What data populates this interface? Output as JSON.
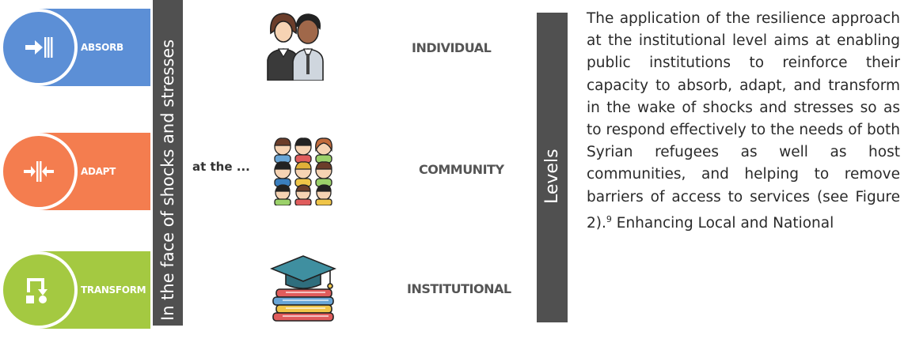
{
  "capabilities": [
    {
      "label": "ABSORB",
      "icon": "absorb-arrow-icon",
      "color": "#5c8fd6"
    },
    {
      "label": "ADAPT",
      "icon": "adapt-arrows-icon",
      "color": "#f47d4f"
    },
    {
      "label": "TRANSFORM",
      "icon": "transform-shapes-icon",
      "color": "#a4c941"
    }
  ],
  "vertical_label": "In the face of shocks and stresses",
  "connector": "at the ...",
  "levels_title": "Levels",
  "levels": [
    {
      "label": "INDIVIDUAL",
      "icon": "two-people-icon"
    },
    {
      "label": "COMMUNITY",
      "icon": "group-of-people-icon"
    },
    {
      "label": "INSTITUTIONAL",
      "icon": "books-graduation-cap-icon"
    }
  ],
  "paragraph": {
    "text": "The application of the resilience approach at the institutional level aims at enabling public institutions to reinforce their capacity to absorb, adapt, and transform in the wake of shocks and stresses so as to respond effectively to the needs of both Syrian refugees as well as host communities, and helping to remove barriers of access to services (see Figure 2).",
    "footnote": "9",
    "continuation": "Enhancing Local and National"
  }
}
